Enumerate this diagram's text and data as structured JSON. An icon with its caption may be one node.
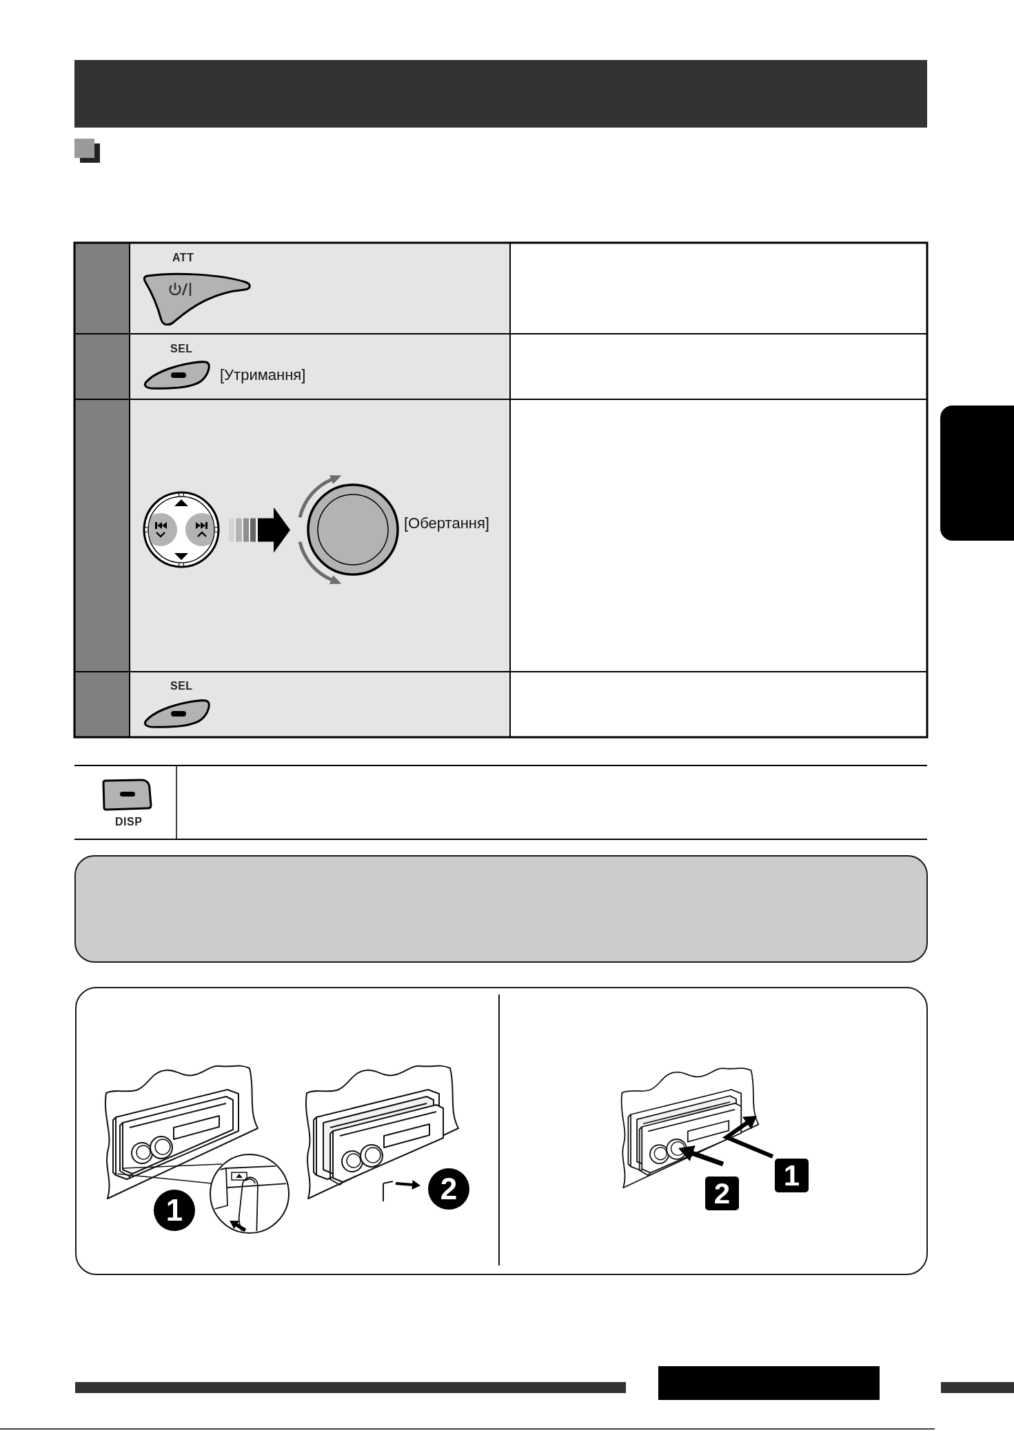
{
  "diagram": {
    "nodes": [
      {
        "text": [],
        "shape": "picture"
      },
      {
        "text": [],
        "shape": "picture",
        "beside": [
          "[Обертання]"
        ]
      },
      {
        "text": [],
        "shape": "box"
      }
    ],
    "edges": [
      {
        "from": 0,
        "to": 1,
        "arrow": "to",
        "style": "thick"
      }
    ],
    "labels": [
      "ATT",
      "SEL",
      "[Утримання]",
      "SEL",
      "DISP",
      "1",
      "2",
      "1",
      "2"
    ]
  }
}
